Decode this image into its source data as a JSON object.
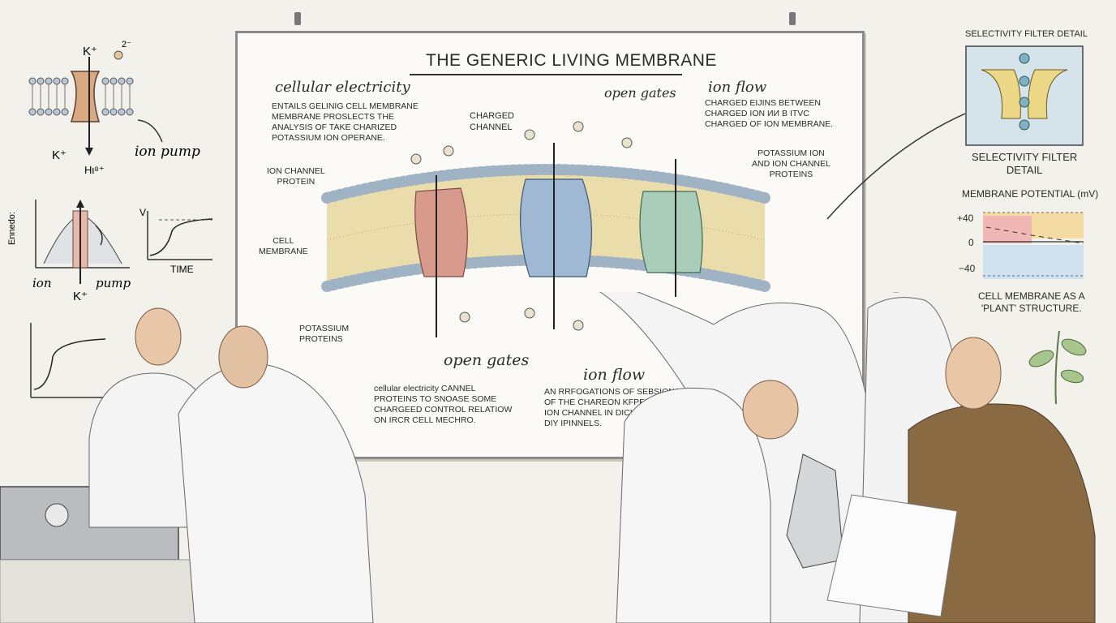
{
  "board": {
    "title": "THE GENERIC LIVING MEMBRANE",
    "cellular_electricity_heading": "cellular electricity",
    "cellular_electricity_text": "ENTAILS GELINIG CELL MEMBRANE\nMEMBRANE PROSLECTS THE\nANALYSIS OF TAKE CHARIZED\nPOTASSIUM ION OPERANE.",
    "charged_channel": "CHARGED\nCHANNEL",
    "open_gates_top": "open gates",
    "ion_flow_heading": "ion flow",
    "ion_flow_text": "CHARGED EIJINS BETWEEN\nCHARGED ION ИИ B ITVC\nCHARGED OF ION MEMBRANE.",
    "ion_channel_protein": "ION CHANNEL\nPROTEIN",
    "potassium_ion_label": "POTASSIUM ION\nAND ION CHANNEL\nPROTEINS",
    "cell_membrane": "CELL\nMEMBRANE",
    "potassium_proteins": "POTASSIUM\nPROTEINS",
    "open_gates_bottom": "open gates",
    "ion_flow_bottom": "ion flow",
    "bottom_left_text": "cellular electricity CANNEL\nPROTEINS TO SNOASE SOME\nCHARGEED CONTROL RELATIOW\nON IRCR CELL MECHRO.",
    "bottom_right_text": "AN RRFOGATIONS OF SEBSIONS\nOF THE CHAREON KFPERT OF\nION CHANNEL IN DICI AATLWAY\nDIY IPINNELS."
  },
  "left_sketches": {
    "k_top": "K⁺",
    "charge": "2⁻",
    "k_bottom": "K⁺",
    "h_label": "Hι⁸⁺",
    "ion_pump": "ion pump",
    "energy": "Ennedo:",
    "ion": "ion",
    "k_center": "K⁺",
    "pump": "pump",
    "v_label": "V",
    "time_label": "TIME"
  },
  "right_panel": {
    "filter_top_title": "SELECTIVITY FILTER DETAIL",
    "filter_caption": "SELECTIVITY FILTER\nDETAIL",
    "potential_title": "MEMBRANE POTENTIAL (mV)",
    "tick_pos40": "+40",
    "tick_zero": "0",
    "tick_neg40": "−40",
    "caption": "CELL MEMBRANE AS A\n'PLANT' STRUCTURE."
  },
  "colors": {
    "lipid_head": "#a9c0d3",
    "lipid_tail": "#d8c489",
    "channel_red": "#d99a8e",
    "channel_blue": "#9fb8d4",
    "channel_green": "#a9cdb8",
    "lab_coat": "#f4f4f4",
    "tweed": "#8a6a42"
  }
}
